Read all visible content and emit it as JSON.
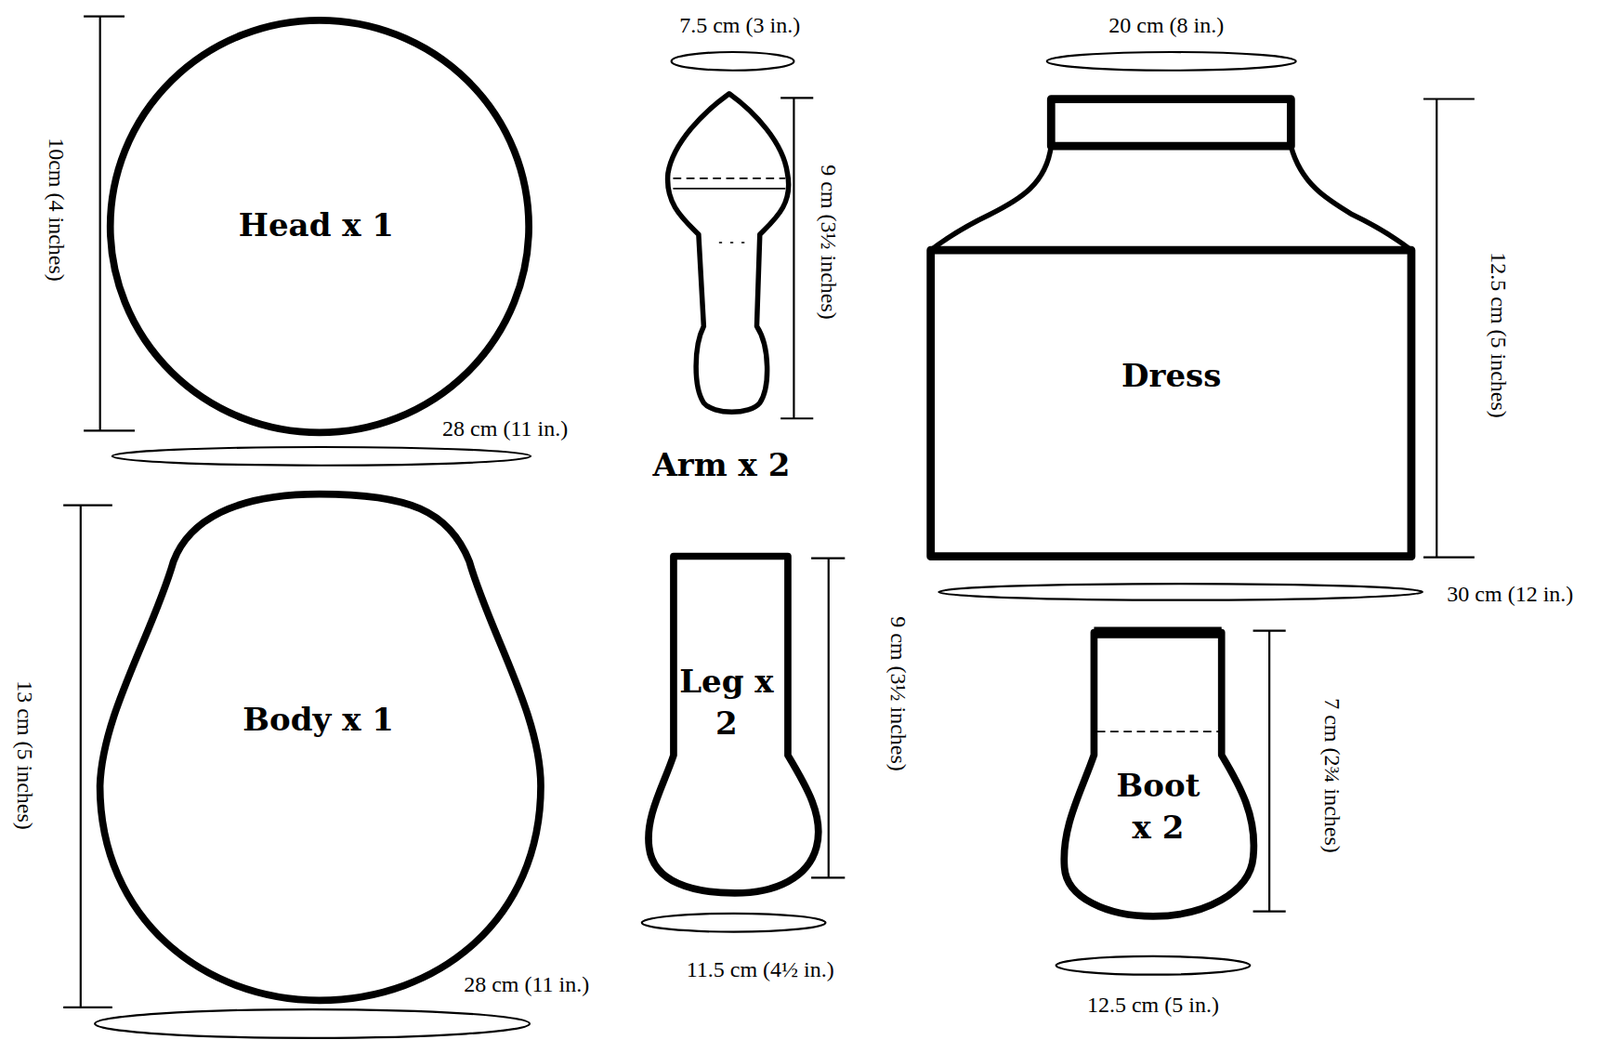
{
  "diagram": {
    "nodes": [
      {
        "text": [
          "Head x 1"
        ]
      },
      {
        "text": [
          "Arm x 2"
        ]
      },
      {
        "text": [
          "Dress"
        ]
      },
      {
        "text": [
          "Body x 1"
        ]
      },
      {
        "text": [
          "Leg x 2"
        ]
      },
      {
        "text": [
          "Boot x 2"
        ]
      }
    ],
    "labels": [
      "10cm (4 inches)",
      "28 cm (11 in.)",
      "7.5 cm (3 in.)",
      "9 cm (3½ inches)",
      "20 cm (8 in.)",
      "12.5 cm (5 inches)",
      "30 cm (12 in.)",
      "13 cm (5 inches)",
      "28 cm (11 in.)",
      "9 cm (3½ inches)",
      "11.5 cm (4½ in.)",
      "7 cm (2¾ inches)",
      "12.5 cm (5 in.)"
    ]
  }
}
